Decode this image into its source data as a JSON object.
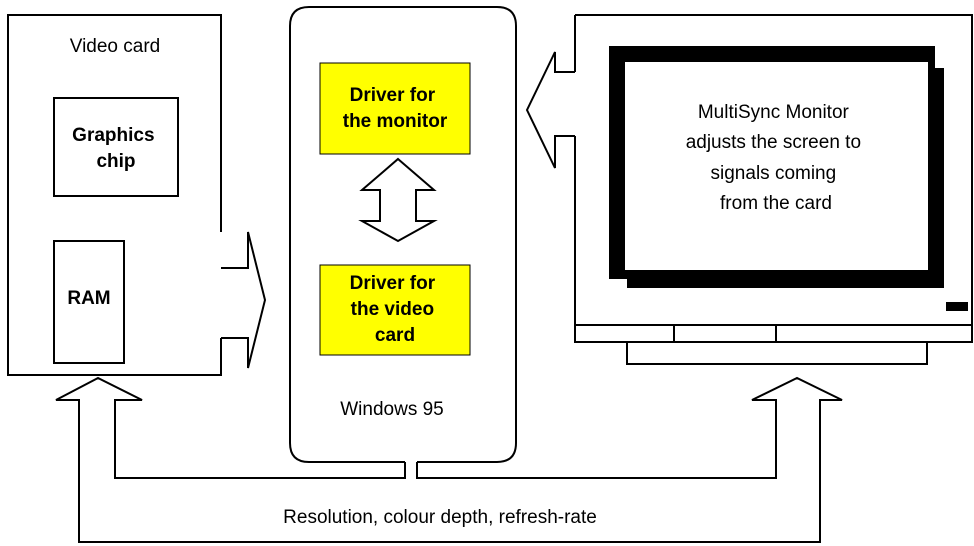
{
  "video_card": {
    "title": "Video card",
    "graphics_chip": [
      "Graphics",
      "chip"
    ],
    "ram": "RAM"
  },
  "windows": {
    "label": "Windows 95",
    "monitor_driver": [
      "Driver for",
      "the monitor"
    ],
    "video_driver": [
      "Driver for",
      "the video",
      "card"
    ],
    "driver_fill": "#ffff00"
  },
  "monitor": {
    "text": [
      "MultiSync Monitor",
      "adjusts the screen to",
      "signals coming",
      "from the card"
    ]
  },
  "feedback": {
    "label": "Resolution, colour depth, refresh-rate"
  }
}
